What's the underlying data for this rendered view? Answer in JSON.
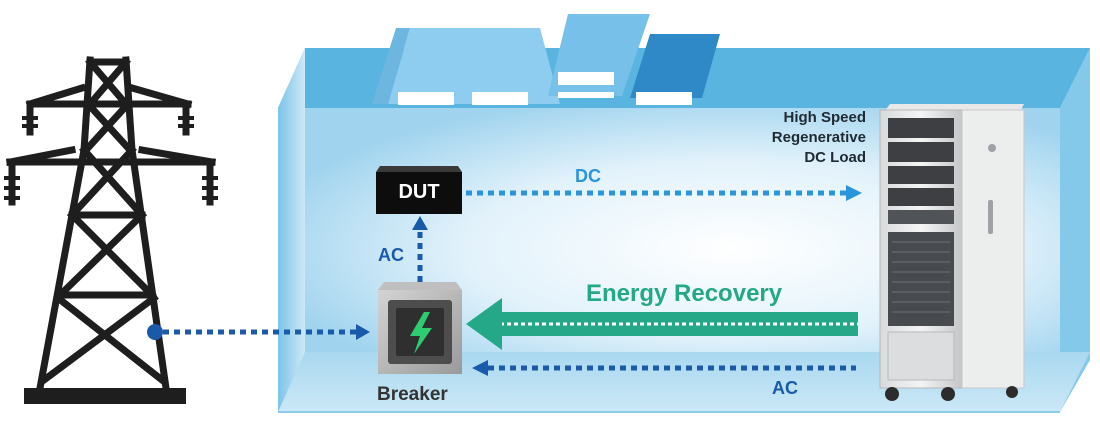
{
  "labels": {
    "dut": "DUT",
    "dc": "DC",
    "ac_left": "AC",
    "ac_right": "AC",
    "energy_recovery": "Energy Recovery",
    "breaker": "Breaker",
    "load_lines": [
      "High Speed",
      "Regenerative",
      "DC Load"
    ]
  },
  "colors": {
    "room_blue": "#5ab4e0",
    "energy_green": "#25a888",
    "dc_arrow_blue": "#2b95dc",
    "ac_arrow_blue": "#1a5aa8",
    "tower_dark": "#1e1e1e",
    "dut_black": "#0d0d0d",
    "breaker_green": "#2ecc71"
  },
  "icons": [
    "power-tower-icon",
    "lightning-icon",
    "equipment-rack-icon"
  ]
}
